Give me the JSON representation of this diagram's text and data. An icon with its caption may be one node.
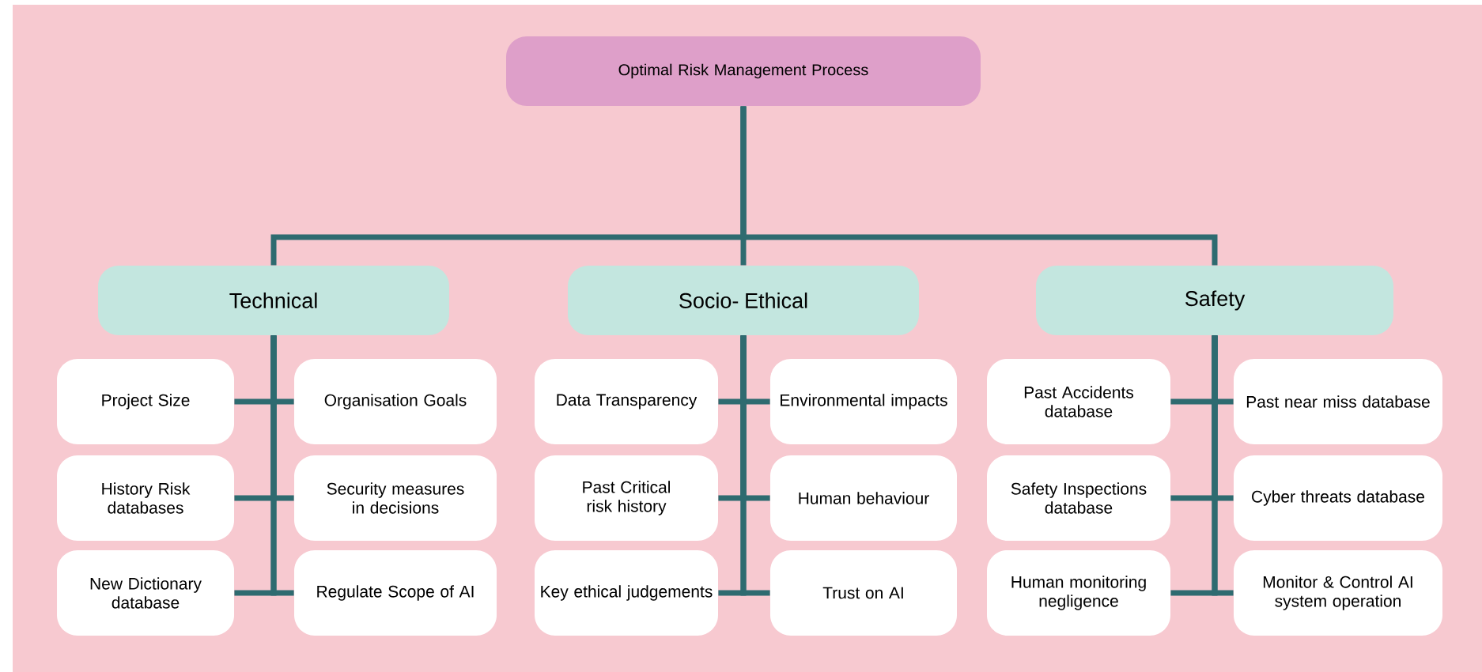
{
  "diagram": {
    "nodes": [
      {
        "text": [
          "Optimal Risk Management Process"
        ]
      },
      {
        "text": [
          "Technical"
        ]
      },
      {
        "text": [
          "Socio- Ethical"
        ]
      },
      {
        "text": [
          "Safety"
        ]
      },
      {
        "text": [
          "Project Size"
        ]
      },
      {
        "text": [
          "Organisation Goals"
        ]
      },
      {
        "text": [
          "History Risk databases"
        ]
      },
      {
        "text": [
          "Security measures in decisions"
        ]
      },
      {
        "text": [
          "New Dictionary database"
        ]
      },
      {
        "text": [
          "Regulate Scope of AI"
        ]
      },
      {
        "text": [
          "Data Transparency"
        ]
      },
      {
        "text": [
          "Environmental impacts"
        ]
      },
      {
        "text": [
          "Past Critical risk history"
        ]
      },
      {
        "text": [
          "Human behaviour"
        ]
      },
      {
        "text": [
          "Key ethical judgements"
        ]
      },
      {
        "text": [
          "Trust on AI"
        ]
      },
      {
        "text": [
          "Past Accidents database"
        ]
      },
      {
        "text": [
          "Past near miss database"
        ]
      },
      {
        "text": [
          "Safety Inspections database"
        ]
      },
      {
        "text": [
          "Cyber threats database"
        ]
      },
      {
        "text": [
          "Human monitoring negligence"
        ]
      },
      {
        "text": [
          "Monitor & Control AI system operation"
        ]
      }
    ],
    "edges": [
      {
        "from": 0,
        "to": 1,
        "arrow": "none"
      },
      {
        "from": 0,
        "to": 2,
        "arrow": "none"
      },
      {
        "from": 0,
        "to": 3,
        "arrow": "none"
      },
      {
        "from": 1,
        "to": 4,
        "arrow": "none"
      },
      {
        "from": 1,
        "to": 5,
        "arrow": "none"
      },
      {
        "from": 1,
        "to": 6,
        "arrow": "none"
      },
      {
        "from": 1,
        "to": 7,
        "arrow": "none"
      },
      {
        "from": 1,
        "to": 8,
        "arrow": "none"
      },
      {
        "from": 1,
        "to": 9,
        "arrow": "none"
      },
      {
        "from": 2,
        "to": 10,
        "arrow": "none"
      },
      {
        "from": 2,
        "to": 11,
        "arrow": "none"
      },
      {
        "from": 2,
        "to": 12,
        "arrow": "none"
      },
      {
        "from": 2,
        "to": 13,
        "arrow": "none"
      },
      {
        "from": 2,
        "to": 14,
        "arrow": "none"
      },
      {
        "from": 2,
        "to": 15,
        "arrow": "none"
      },
      {
        "from": 3,
        "to": 16,
        "arrow": "none"
      },
      {
        "from": 3,
        "to": 17,
        "arrow": "none"
      },
      {
        "from": 3,
        "to": 18,
        "arrow": "none"
      },
      {
        "from": 3,
        "to": 19,
        "arrow": "none"
      },
      {
        "from": 3,
        "to": 20,
        "arrow": "none"
      },
      {
        "from": 3,
        "to": 21,
        "arrow": "none"
      }
    ]
  }
}
